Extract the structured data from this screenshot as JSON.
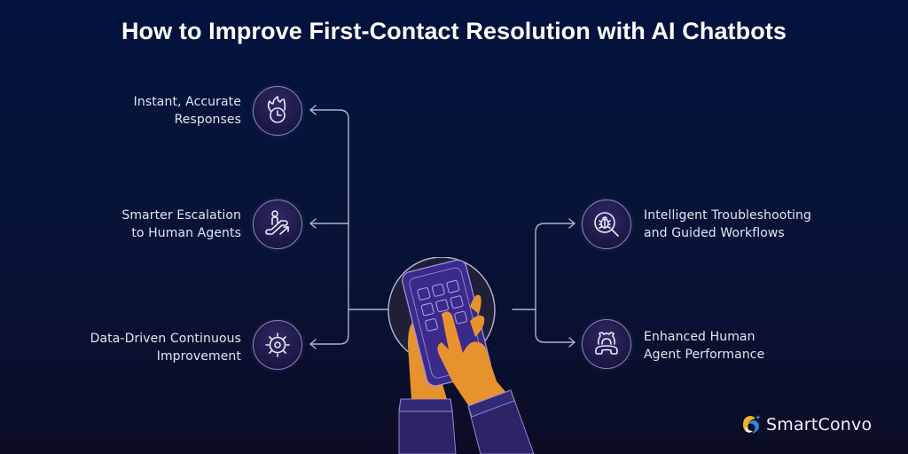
{
  "title": "How to Improve First-Contact Resolution with AI Chatbots",
  "colors": {
    "background_top": "#04133f",
    "background_bottom": "#0b0d26",
    "connector_line": "#aeb4d0",
    "icon_border": "#8a86b8",
    "icon_fill": "#1e1a48",
    "hand_orange": "#e8922f",
    "sleeve_purple": "#2c2466",
    "phone_purple": "#3a2a8a"
  },
  "left_items": [
    {
      "lines": [
        "Instant, Accurate",
        "Responses"
      ],
      "icon": "flame-clock-icon"
    },
    {
      "lines": [
        "Smarter Escalation",
        "to Human Agents"
      ],
      "icon": "escalator-person-icon"
    },
    {
      "lines": [
        "Data-Driven Continuous",
        "Improvement"
      ],
      "icon": "gear-cycle-icon"
    }
  ],
  "right_items": [
    {
      "lines": [
        "Intelligent Troubleshooting",
        "and Guided Workflows"
      ],
      "icon": "bug-search-icon"
    },
    {
      "lines": [
        "Enhanced Human",
        "Agent Performance"
      ],
      "icon": "gear-phone-icon"
    }
  ],
  "center": {
    "illustration": "hands-holding-smartphone"
  },
  "brand": {
    "name": "SmartConvo",
    "logo_icon": "swirl-logo-icon"
  }
}
